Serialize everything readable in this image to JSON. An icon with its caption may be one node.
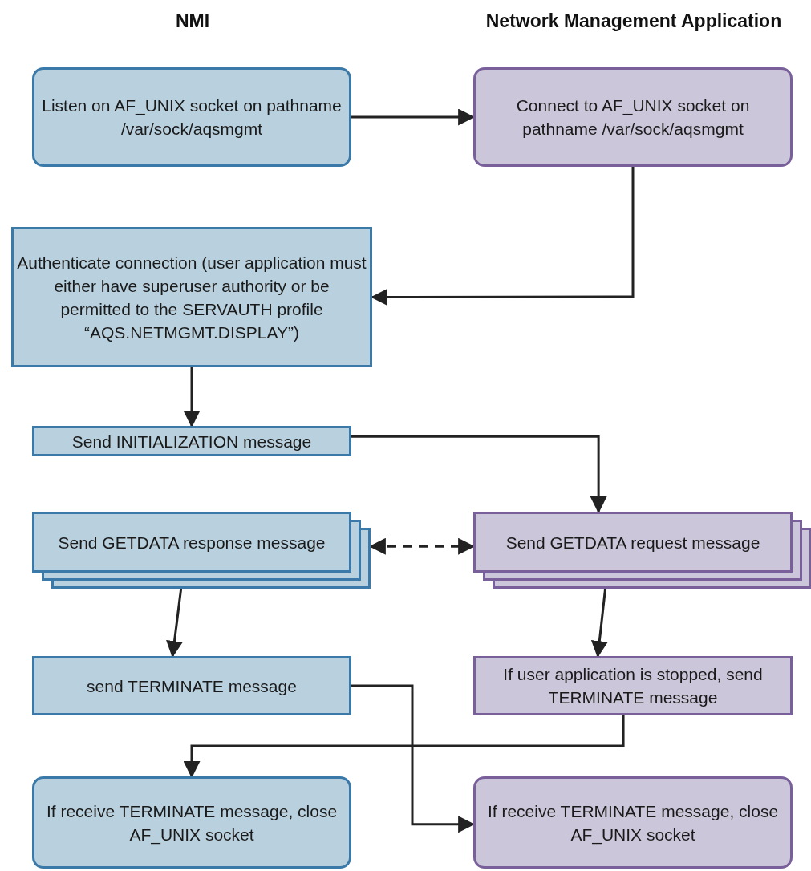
{
  "diagram": {
    "nodes": [
      {
        "text": [
          "Listen on AF_UNIX socket on pathname /var/sock/aqsmgmt"
        ]
      },
      {
        "text": [
          "Connect to AF_UNIX socket on pathname /var/sock/aqsmgmt"
        ]
      },
      {
        "text": [
          "Authenticate connection (user application must either have superuser authority or be permitted to the SERVAUTH profile “AQS.NETMGMT.DISPLAY”)"
        ]
      },
      {
        "text": [
          "Send INITIALIZATION message"
        ]
      },
      {
        "text": [
          "Send GETDATA response message"
        ]
      },
      {
        "text": [
          "Send GETDATA request message"
        ]
      },
      {
        "text": [
          "send TERMINATE message"
        ]
      },
      {
        "text": [
          "If user application is stopped, send TERMINATE message"
        ]
      },
      {
        "text": [
          "If receive TERMINATE message, close AF_UNIX socket"
        ]
      },
      {
        "text": [
          "If receive TERMINATE message, close AF_UNIX socket"
        ]
      }
    ],
    "edges": [
      {
        "from": 0,
        "to": 1,
        "arrow": "to"
      },
      {
        "from": 1,
        "to": 2,
        "arrow": "to"
      },
      {
        "from": 2,
        "to": 3,
        "arrow": "to"
      },
      {
        "from": 3,
        "to": 5,
        "arrow": "to"
      },
      {
        "from": 4,
        "to": 5,
        "arrow": "both",
        "style": "dashed"
      },
      {
        "from": 4,
        "to": 6,
        "arrow": "to"
      },
      {
        "from": 5,
        "to": 7,
        "arrow": "to"
      },
      {
        "from": 7,
        "to": 8,
        "arrow": "to"
      },
      {
        "from": 6,
        "to": 9,
        "arrow": "to"
      }
    ],
    "labels": [
      "NMI",
      "Network Management Application"
    ]
  }
}
